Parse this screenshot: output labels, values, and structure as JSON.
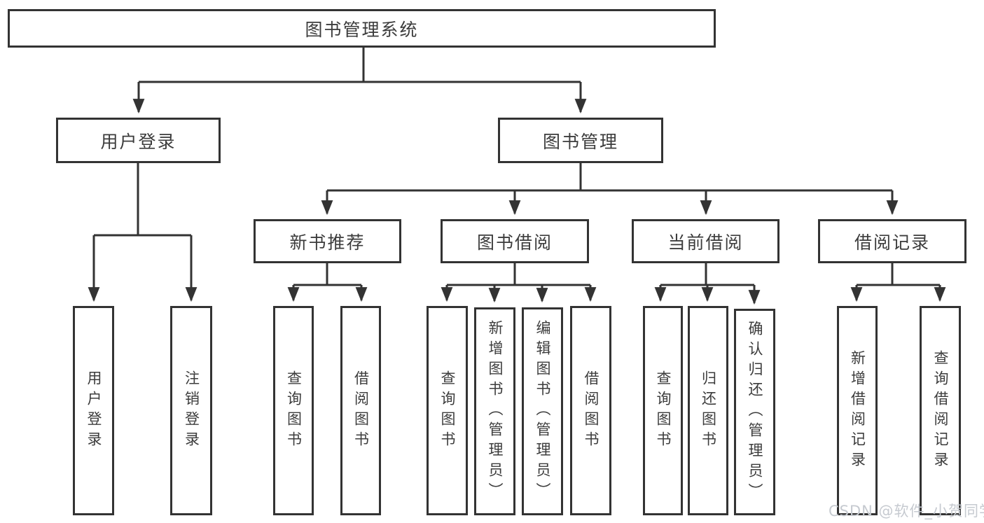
{
  "diagram": {
    "root": {
      "label": "图书管理系统"
    },
    "branches": [
      {
        "label": "用户登录",
        "children": [
          {
            "label": "用户登录"
          },
          {
            "label": "注销登录"
          }
        ]
      },
      {
        "label": "图书管理",
        "children": [
          {
            "label": "新书推荐",
            "children": [
              {
                "label": "查询图书"
              },
              {
                "label": "借阅图书"
              }
            ]
          },
          {
            "label": "图书借阅",
            "children": [
              {
                "label": "查询图书"
              },
              {
                "label": "新增图书（管理员）"
              },
              {
                "label": "编辑图书（管理员）"
              },
              {
                "label": "借阅图书"
              }
            ]
          },
          {
            "label": "当前借阅",
            "children": [
              {
                "label": "查询图书"
              },
              {
                "label": "归还图书"
              },
              {
                "label": "确认归还（管理员）"
              }
            ]
          },
          {
            "label": "借阅记录",
            "children": [
              {
                "label": "新增借阅记录"
              },
              {
                "label": "查询借阅记录"
              }
            ]
          }
        ]
      }
    ]
  },
  "watermark": {
    "text": "CSDN @软件_小贺同学"
  },
  "colors": {
    "line": "#333333",
    "border": "#333333",
    "text": "#3c3c3c",
    "background": "#ffffff",
    "watermark": "#c6cad0"
  }
}
